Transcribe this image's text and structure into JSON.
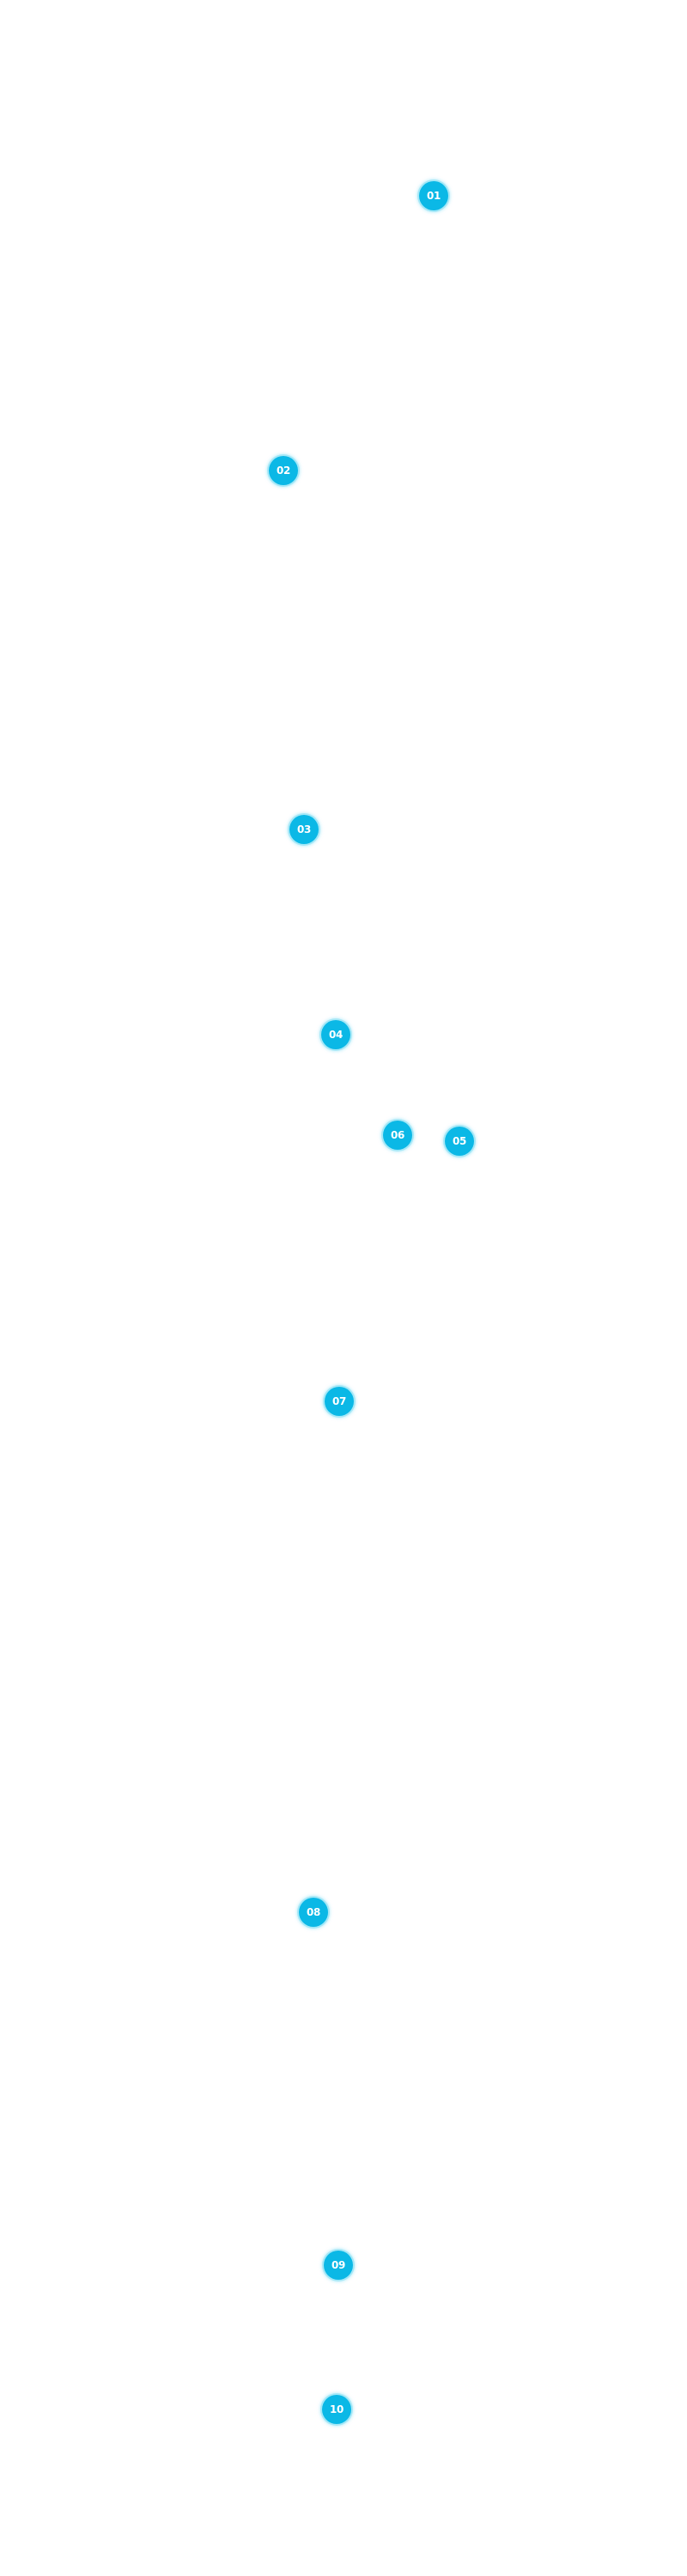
{
  "theme": {
    "background": "#ffffff",
    "marker_fill": "#0bb8e6",
    "marker_halo": "#a6e8f7",
    "marker_text": "#ffffff"
  },
  "markers": [
    {
      "label": "01"
    },
    {
      "label": "02"
    },
    {
      "label": "03"
    },
    {
      "label": "04"
    },
    {
      "label": "05"
    },
    {
      "label": "06"
    },
    {
      "label": "07"
    },
    {
      "label": "08"
    },
    {
      "label": "09"
    },
    {
      "label": "10"
    }
  ]
}
